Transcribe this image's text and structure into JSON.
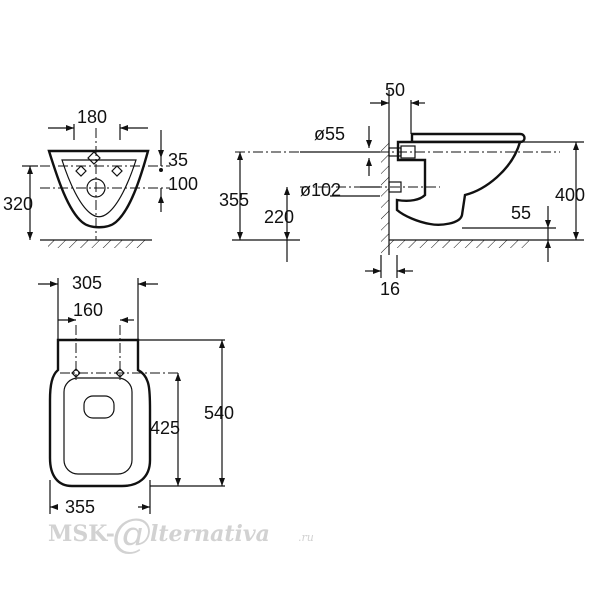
{
  "front_view": {
    "width_fixing": "180",
    "upper_offset": "35",
    "lower_offset": "100",
    "height": "320"
  },
  "side_view": {
    "pipe_spacing": "50",
    "inlet_diameter": "ø55",
    "outlet_diameter": "ø102",
    "outlet_height": "355",
    "inlet_height": "220",
    "total_height": "400",
    "floor_gap": "55",
    "wall_gap": "16"
  },
  "top_view": {
    "overall_width": "305",
    "hole_spacing": "160",
    "depth_inner": "425",
    "overall_length": "540",
    "bowl_width": "355"
  },
  "watermark": {
    "left": "MSK-",
    "mark": "@",
    "right": "lternativa",
    "suffix": ".ru"
  }
}
